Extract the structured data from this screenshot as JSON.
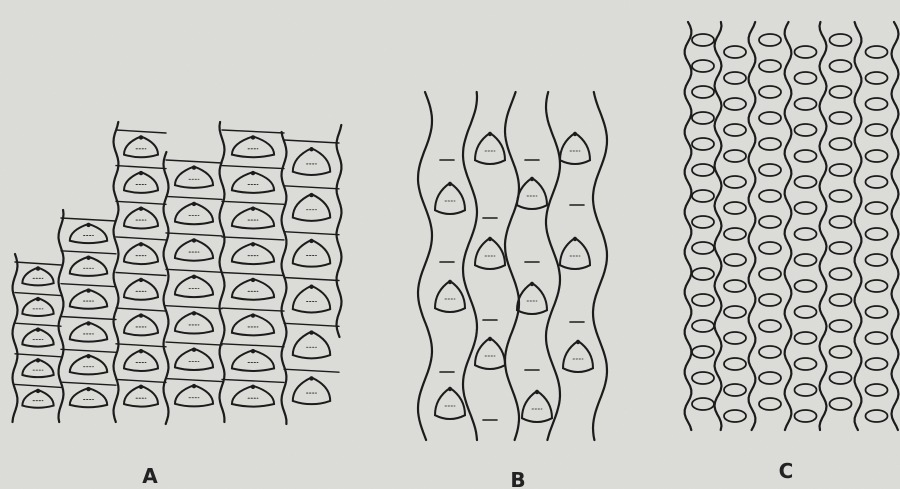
{
  "figure": {
    "panels": [
      {
        "id": "A",
        "label": "A"
      },
      {
        "id": "B",
        "label": "B"
      },
      {
        "id": "C",
        "label": "C"
      }
    ],
    "colors": {
      "background": "#dcdcd9",
      "ink": "#1c1c1c"
    }
  }
}
